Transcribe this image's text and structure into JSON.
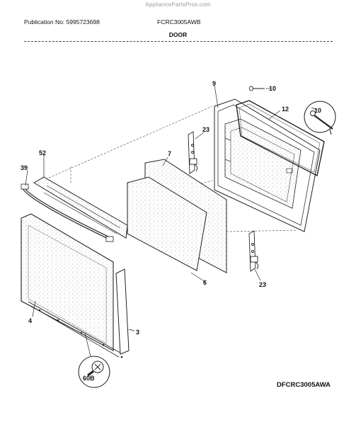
{
  "watermark": "AppliancePartsPros.com",
  "header": {
    "publication": "Publication No: 5995723698",
    "model": "FCRC3005AWB",
    "section_title": "DOOR"
  },
  "parts": {
    "p3": "3",
    "p4": "4",
    "p6": "6",
    "p7": "7",
    "p9": "9",
    "p10": "10",
    "p12": "12",
    "p23a": "23",
    "p23b": "23",
    "p39": "39",
    "p52": "52",
    "p60b": "60B",
    "callout10": "10"
  },
  "diagram_code": "DFCRC3005AWA"
}
